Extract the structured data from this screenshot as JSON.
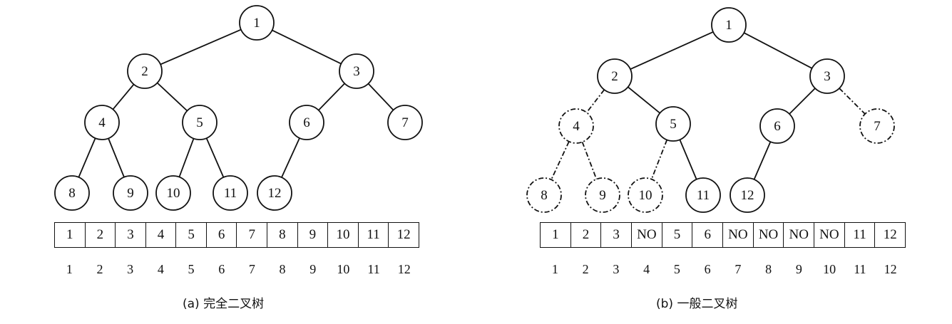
{
  "complete_tree": {
    "nodes": [
      {
        "id": 1,
        "label": "1",
        "style": "solid"
      },
      {
        "id": 2,
        "label": "2",
        "style": "solid"
      },
      {
        "id": 3,
        "label": "3",
        "style": "solid"
      },
      {
        "id": 4,
        "label": "4",
        "style": "solid"
      },
      {
        "id": 5,
        "label": "5",
        "style": "solid"
      },
      {
        "id": 6,
        "label": "6",
        "style": "solid"
      },
      {
        "id": 7,
        "label": "7",
        "style": "solid"
      },
      {
        "id": 8,
        "label": "8",
        "style": "solid"
      },
      {
        "id": 9,
        "label": "9",
        "style": "solid"
      },
      {
        "id": 10,
        "label": "10",
        "style": "solid"
      },
      {
        "id": 11,
        "label": "11",
        "style": "solid"
      },
      {
        "id": 12,
        "label": "12",
        "style": "solid"
      }
    ],
    "edges": [
      {
        "from": 1,
        "to": 2,
        "style": "solid"
      },
      {
        "from": 1,
        "to": 3,
        "style": "solid"
      },
      {
        "from": 2,
        "to": 4,
        "style": "solid"
      },
      {
        "from": 2,
        "to": 5,
        "style": "solid"
      },
      {
        "from": 3,
        "to": 6,
        "style": "solid"
      },
      {
        "from": 3,
        "to": 7,
        "style": "solid"
      },
      {
        "from": 4,
        "to": 8,
        "style": "solid"
      },
      {
        "from": 4,
        "to": 9,
        "style": "solid"
      },
      {
        "from": 5,
        "to": 10,
        "style": "solid"
      },
      {
        "from": 5,
        "to": 11,
        "style": "solid"
      },
      {
        "from": 6,
        "to": 12,
        "style": "solid"
      }
    ],
    "array_cells": [
      "1",
      "2",
      "3",
      "4",
      "5",
      "6",
      "7",
      "8",
      "9",
      "10",
      "11",
      "12"
    ],
    "indices": [
      "1",
      "2",
      "3",
      "4",
      "5",
      "6",
      "7",
      "8",
      "9",
      "10",
      "11",
      "12"
    ],
    "caption": "(a) 完全二叉树"
  },
  "general_tree": {
    "nodes": [
      {
        "id": 1,
        "label": "1",
        "style": "solid"
      },
      {
        "id": 2,
        "label": "2",
        "style": "solid"
      },
      {
        "id": 3,
        "label": "3",
        "style": "solid"
      },
      {
        "id": 4,
        "label": "4",
        "style": "dashed"
      },
      {
        "id": 5,
        "label": "5",
        "style": "solid"
      },
      {
        "id": 6,
        "label": "6",
        "style": "solid"
      },
      {
        "id": 7,
        "label": "7",
        "style": "dashed"
      },
      {
        "id": 8,
        "label": "8",
        "style": "dashed"
      },
      {
        "id": 9,
        "label": "9",
        "style": "dashed"
      },
      {
        "id": 10,
        "label": "10",
        "style": "dashed"
      },
      {
        "id": 11,
        "label": "11",
        "style": "solid"
      },
      {
        "id": 12,
        "label": "12",
        "style": "solid"
      }
    ],
    "edges": [
      {
        "from": 1,
        "to": 2,
        "style": "solid"
      },
      {
        "from": 1,
        "to": 3,
        "style": "solid"
      },
      {
        "from": 2,
        "to": 4,
        "style": "dashed"
      },
      {
        "from": 2,
        "to": 5,
        "style": "solid"
      },
      {
        "from": 3,
        "to": 6,
        "style": "solid"
      },
      {
        "from": 3,
        "to": 7,
        "style": "dashed"
      },
      {
        "from": 4,
        "to": 8,
        "style": "dashed"
      },
      {
        "from": 4,
        "to": 9,
        "style": "dashed"
      },
      {
        "from": 5,
        "to": 10,
        "style": "dashed"
      },
      {
        "from": 5,
        "to": 11,
        "style": "solid"
      },
      {
        "from": 6,
        "to": 12,
        "style": "solid"
      }
    ],
    "array_cells": [
      "1",
      "2",
      "3",
      "NO",
      "5",
      "6",
      "NO",
      "NO",
      "NO",
      "NO",
      "11",
      "12"
    ],
    "indices": [
      "1",
      "2",
      "3",
      "4",
      "5",
      "6",
      "7",
      "8",
      "9",
      "10",
      "11",
      "12"
    ],
    "caption": "(b) 一般二叉树"
  },
  "colors": {
    "stroke": "#111111",
    "background": "#ffffff"
  }
}
